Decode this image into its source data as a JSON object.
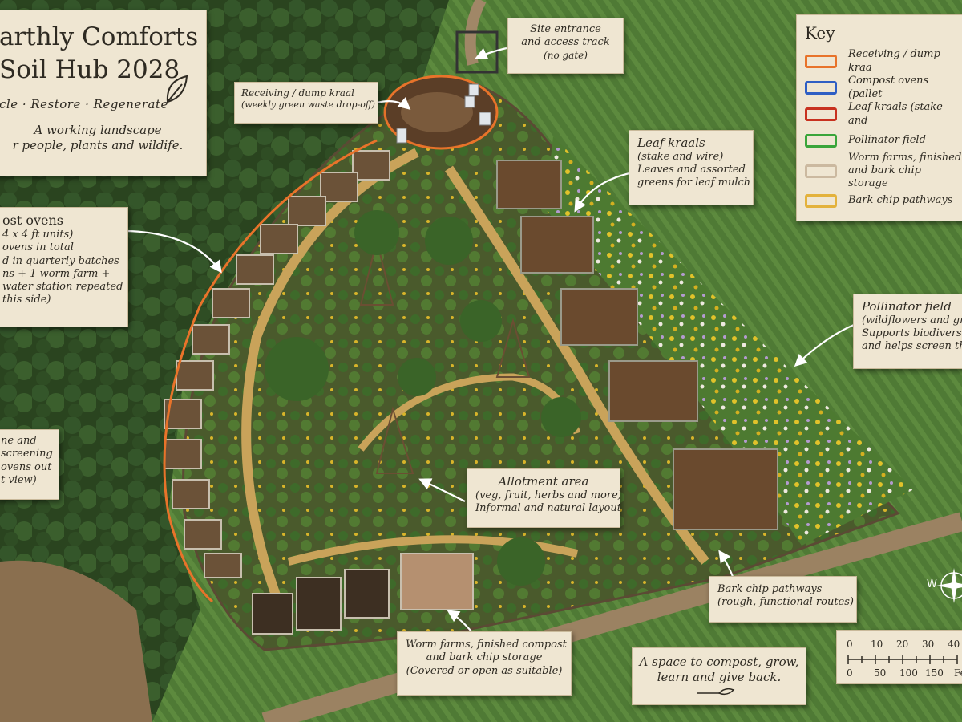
{
  "title": {
    "line1": "arthly Comforts",
    "line2": "Soil Hub 2028",
    "tagline": "cle  ·  Restore  ·  Regenerate",
    "desc_line1": "A working landscape",
    "desc_line2": "r people, plants and wildife."
  },
  "key": {
    "heading": "Key",
    "items": [
      {
        "label": "Receiving / dump kraa",
        "color": "#e8732a"
      },
      {
        "label": "Compost ovens (pallet",
        "color": "#2f5fc4"
      },
      {
        "label": "Leaf kraals (stake and",
        "color": "#c8321f"
      },
      {
        "label": "Pollinator field",
        "color": "#3aa53a"
      },
      {
        "label": "Worm farms, finished",
        "label2": "and bark chip storage",
        "color": "#cbb9a0"
      },
      {
        "label": "Bark chip pathways",
        "color": "#e3b23c"
      }
    ]
  },
  "labels": {
    "entrance": [
      "Site entrance",
      "and access track",
      "(no gate)"
    ],
    "receiving": [
      "Receiving / dump kraal",
      "(weekly green waste drop-off)"
    ],
    "leaf_kraals": [
      "Leaf kraals",
      "(stake and wire)",
      "Leaves and assorted",
      "greens for leaf mulch"
    ],
    "ovens": [
      "ost ovens",
      "4 x 4 ft units)",
      "ovens in total",
      "d in quarterly batches",
      "ns + 1 worm farm +",
      "water station repeated",
      "this side)"
    ],
    "screening": [
      "ne and",
      "screening",
      "ovens out",
      "t view)"
    ],
    "pollinator": [
      "Pollinator field",
      "(wildflowers and gr",
      "Supports biodivers",
      "and helps screen th"
    ],
    "allotment": [
      "Allotment area",
      "(veg, fruit, herbs and more)",
      "Informal and natural layout"
    ],
    "bark": [
      "Bark chip pathways",
      "(rough, functional routes)"
    ],
    "worm": [
      "Worm farms, finished compost",
      "and bark chip storage",
      "(Covered or open as suitable)"
    ],
    "motto": [
      "A space to compost, grow,",
      "learn and give back."
    ]
  },
  "compass": {
    "west": "W"
  },
  "scale": {
    "top_ticks": [
      "0",
      "10",
      "20",
      "30",
      "40"
    ],
    "bottom_ticks": [
      "0",
      "50",
      "100",
      "150"
    ],
    "unit": "Fee"
  }
}
